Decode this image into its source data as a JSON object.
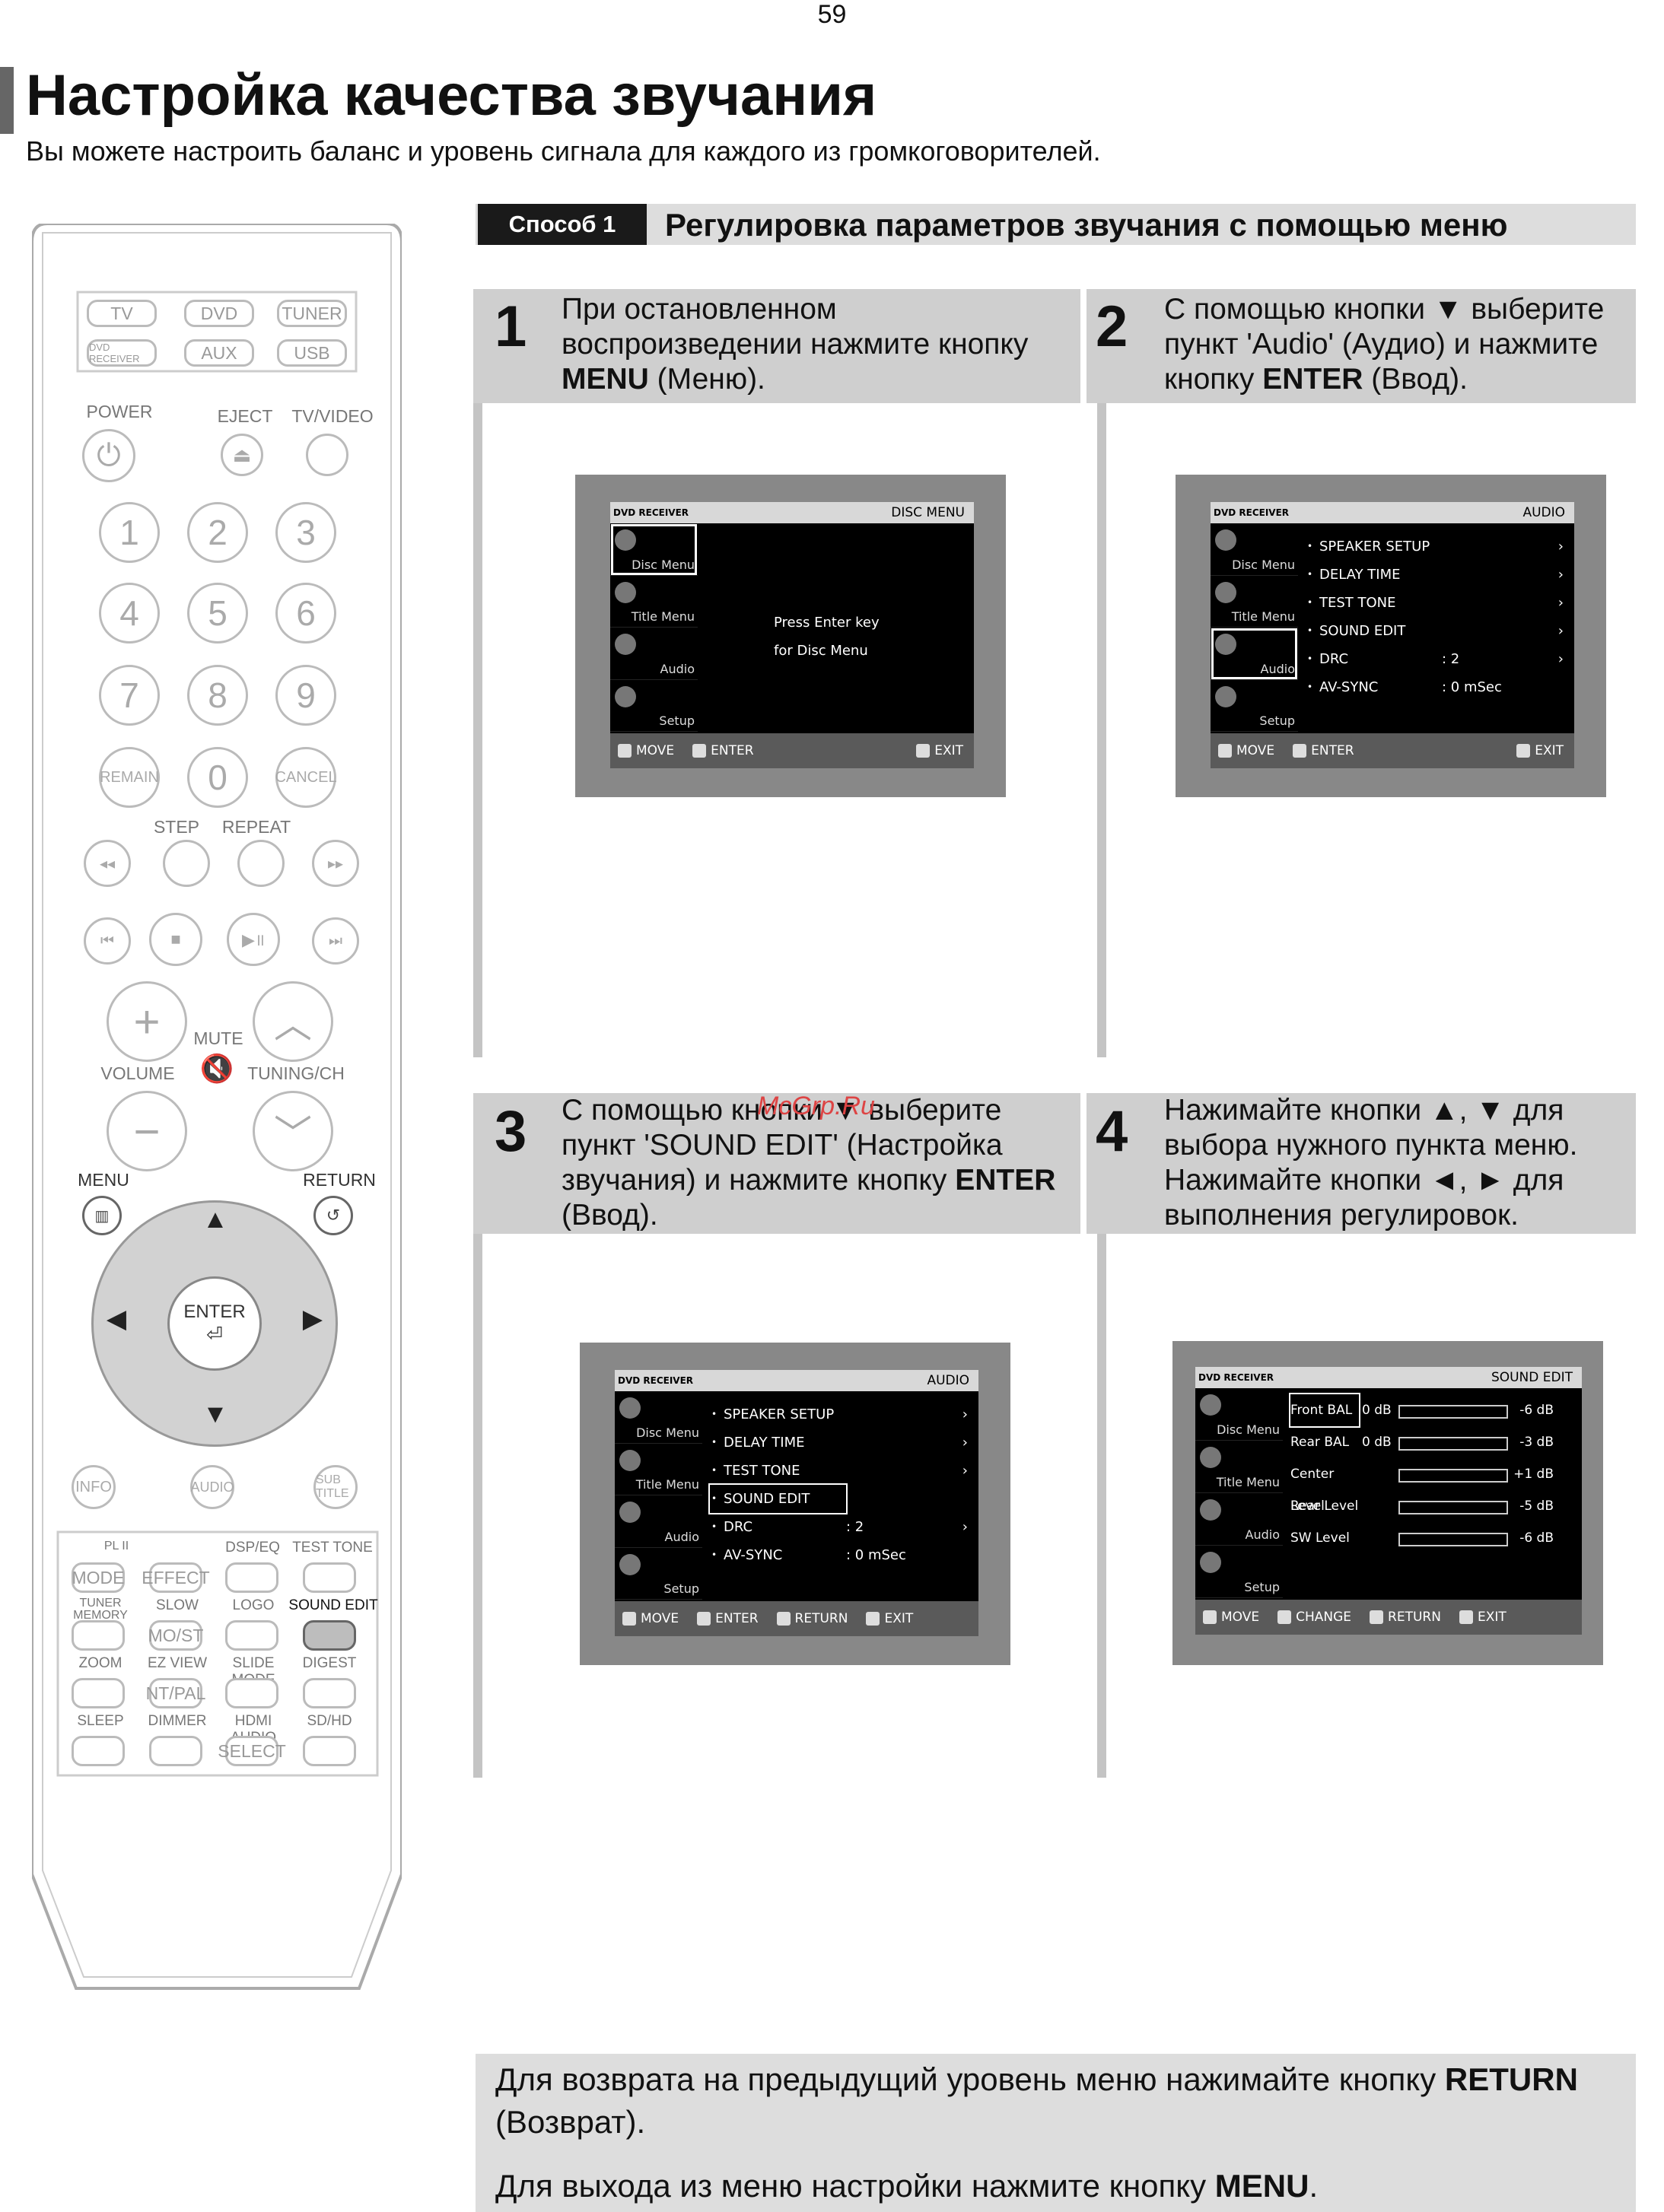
{
  "page_number": "59",
  "title": "Настройка качества звучания",
  "subtitle": "Вы можете настроить баланс и уровень сигнала для каждого из громкоговорителей.",
  "method": {
    "badge": "Способ 1",
    "title": "Регулировка параметров звучания с помощью меню"
  },
  "watermark": "McGrp.Ru",
  "steps": [
    {
      "num": "1",
      "text_parts": [
        "При остановленном воспроизведении нажмите кнопку ",
        "MENU",
        " (Меню)."
      ]
    },
    {
      "num": "2",
      "text_parts": [
        "С помощью кнопки ▼ выберите пункт 'Audio' (Аудио) и нажмите кнопку ",
        "ENTER",
        " (Ввод)."
      ]
    },
    {
      "num": "3",
      "text_parts": [
        "С помощью кнопки ▼ выберите пункт 'SOUND EDIT' (Настройка звучания) и нажмите кнопку ",
        "ENTER",
        " (Ввод)."
      ]
    },
    {
      "num": "4",
      "text_parts": [
        "Нажимайте кнопки ▲, ▼ для выбора нужного пункта меню. Нажимайте кнопки ◄, ► для выполнения регулировок.",
        "",
        ""
      ]
    }
  ],
  "screens": {
    "brand": "DVD RECEIVER",
    "side": [
      "Disc Menu",
      "Title Menu",
      "Audio",
      "Setup"
    ],
    "s1": {
      "title": "DISC MENU",
      "msg1": "Press Enter key",
      "msg2": "for Disc Menu",
      "buttons": [
        "MOVE",
        "ENTER",
        "EXIT"
      ]
    },
    "s2": {
      "title": "AUDIO",
      "rows": [
        [
          "SPEAKER SETUP",
          "",
          "›"
        ],
        [
          "DELAY TIME",
          "",
          "›"
        ],
        [
          "TEST TONE",
          "",
          "›"
        ],
        [
          "SOUND EDIT",
          "",
          "›"
        ],
        [
          "DRC",
          ":  2",
          "›"
        ],
        [
          "AV-SYNC",
          ":  0 mSec",
          ""
        ]
      ],
      "buttons": [
        "MOVE",
        "ENTER",
        "EXIT"
      ]
    },
    "s3": {
      "title": "AUDIO",
      "rows": [
        [
          "SPEAKER SETUP",
          "",
          "›"
        ],
        [
          "DELAY TIME",
          "",
          "›"
        ],
        [
          "TEST TONE",
          "",
          "›"
        ],
        [
          "SOUND EDIT",
          "",
          ""
        ],
        [
          "DRC",
          ":  2",
          "›"
        ],
        [
          "AV-SYNC",
          ":  0 mSec",
          ""
        ]
      ],
      "buttons": [
        "MOVE",
        "ENTER",
        "RETURN",
        "EXIT"
      ]
    },
    "s4": {
      "title": "SOUND EDIT",
      "rows": [
        [
          "Front BAL",
          "0 dB",
          "-6 dB"
        ],
        [
          "Rear BAL",
          "0 dB",
          "-3 dB"
        ],
        [
          "Center Level",
          "",
          "+1 dB"
        ],
        [
          "Rear Level",
          "",
          "-5 dB"
        ],
        [
          "SW  Level",
          "",
          "-6 dB"
        ]
      ],
      "buttons": [
        "MOVE",
        "CHANGE",
        "RETURN",
        "EXIT"
      ]
    }
  },
  "remote": {
    "source": [
      "TV",
      "DVD",
      "TUNER",
      "DVD RECEIVER",
      "AUX",
      "USB"
    ],
    "labels": {
      "power": "POWER",
      "eject": "EJECT",
      "tvvideo": "TV/VIDEO",
      "step": "STEP",
      "repeat": "REPEAT",
      "mute": "MUTE",
      "volume": "VOLUME",
      "tuning": "TUNING/CH",
      "menu": "MENU",
      "return": "RETURN",
      "enter": "ENTER",
      "remain": "REMAIN",
      "cancel": "CANCEL",
      "info": "INFO",
      "audio": "AUDIO",
      "subtitle": "SUB TITLE"
    },
    "digits": [
      "1",
      "2",
      "3",
      "4",
      "5",
      "6",
      "7",
      "8",
      "9",
      "0"
    ],
    "grid_labels": [
      [
        "DSP/EQ",
        "TEST TONE"
      ],
      [
        "TUNER MEMORY",
        "SLOW",
        "LOGO",
        "SOUND EDIT"
      ],
      [
        "ZOOM",
        "EZ VIEW",
        "SLIDE MODE",
        "DIGEST"
      ],
      [
        "SLEEP",
        "DIMMER",
        "HDMI AUDIO",
        "SD/HD"
      ]
    ],
    "grid_btns": [
      "MODE",
      "EFFECT",
      "MO/ST",
      "NT/PAL",
      "SELECT"
    ],
    "pl": "PL II"
  },
  "note": {
    "line1_a": "Для возврата на предыдущий уровень меню нажимайте кнопку ",
    "line1_b": "RETURN",
    "line1_c": " (Возврат).",
    "line2_a": "Для выхода из меню настройки нажмите кнопку ",
    "line2_b": "MENU",
    "line2_c": "."
  }
}
